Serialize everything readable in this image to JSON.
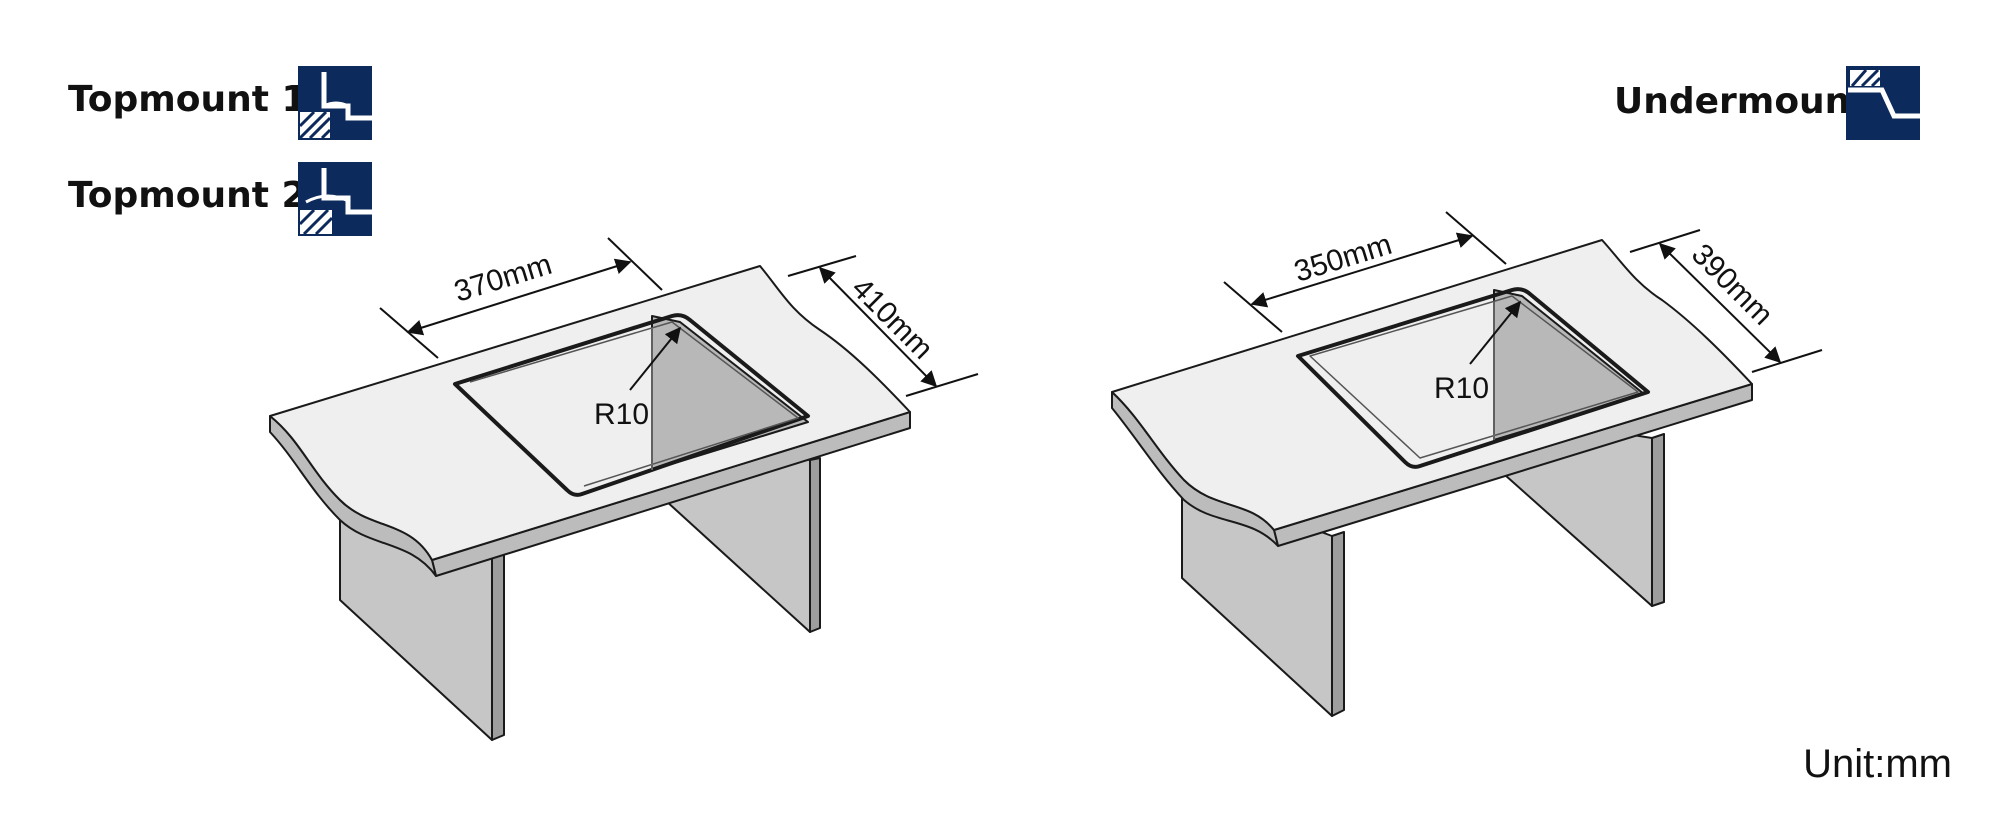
{
  "labels": {
    "topmount1": "Topmount 1",
    "topmount2": "Topmount 2",
    "undermount": "Undermount",
    "unit": "Unit:mm"
  },
  "left_sink": {
    "width": "370mm",
    "depth": "410mm",
    "radius": "R10"
  },
  "right_sink": {
    "width": "350mm",
    "depth": "390mm",
    "radius": "R10"
  },
  "colors": {
    "icon_navy": "#0d2a5c",
    "counter_top": "#efefef",
    "counter_edge": "#bdbdbd",
    "leg": "#c9c9c9",
    "outline": "#1a1a1a"
  }
}
